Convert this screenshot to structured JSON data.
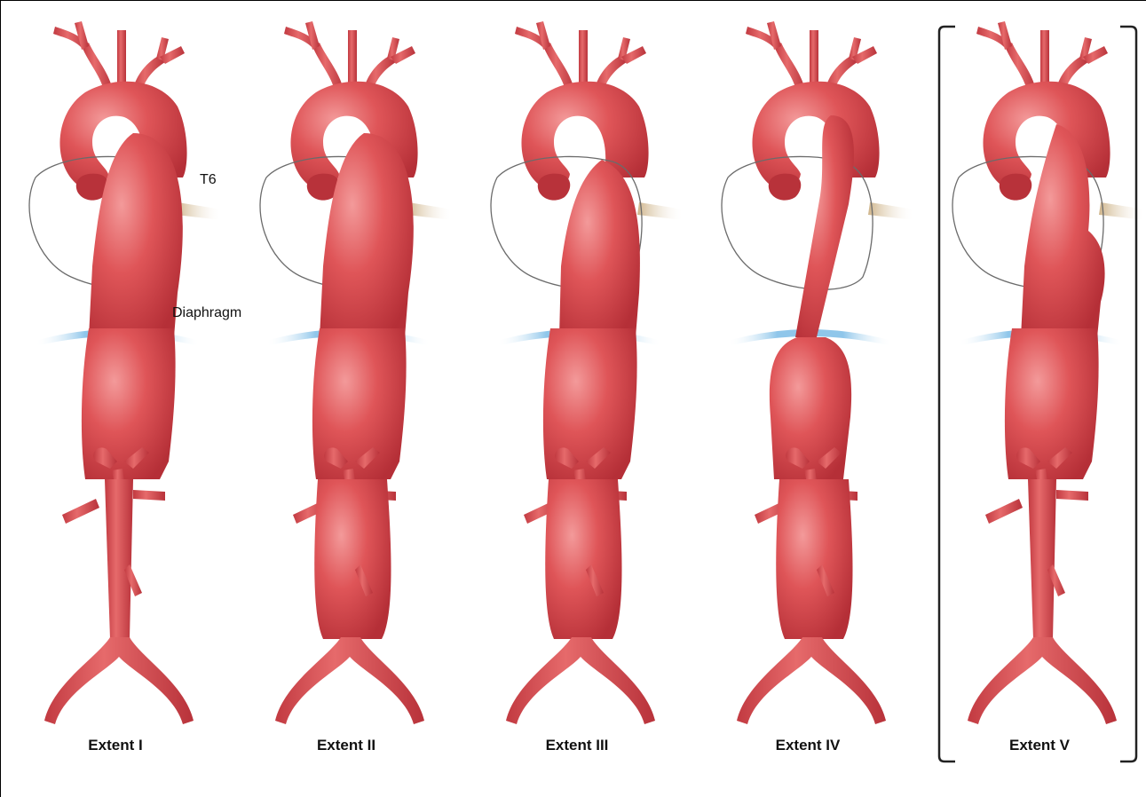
{
  "figure": {
    "colors": {
      "aorta": "#d94a4f",
      "aorta_shade": "#b8323a",
      "aorta_highlight": "#ef8f90",
      "diaphragm": "#8fc6ea",
      "vertebra": "#c9ab7c",
      "outline": "#6b6b6b",
      "bracket": "#222222"
    },
    "labels": {
      "t6": "T6",
      "diaphragm": "Diaphragm"
    },
    "panels": [
      {
        "id": "extent-1",
        "caption": "Extent I",
        "highlighted": false
      },
      {
        "id": "extent-2",
        "caption": "Extent II",
        "highlighted": false
      },
      {
        "id": "extent-3",
        "caption": "Extent III",
        "highlighted": false
      },
      {
        "id": "extent-4",
        "caption": "Extent IV",
        "highlighted": false
      },
      {
        "id": "extent-5",
        "caption": "Extent V",
        "highlighted": true
      }
    ]
  }
}
